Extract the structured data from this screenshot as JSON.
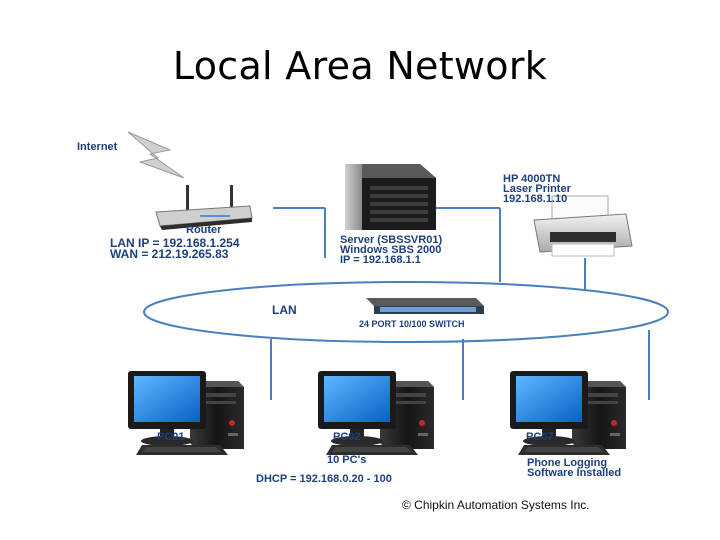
{
  "title": "Local Area Network",
  "labels": {
    "internet": "Internet",
    "router": "Router",
    "router_lan_ip": "LAN IP = 192.168.1.254",
    "router_wan": "WAN = 212.19.265.83",
    "server_line1": "Server (SBSSVR01)",
    "server_line2": "Windows SBS 2000",
    "server_line3": "IP = 192.168.1.1",
    "printer_line1": "HP 4000TN",
    "printer_line2": "Laser Printer",
    "printer_line3": "192.168.1.10",
    "lan": "LAN",
    "switch": "24 PORT 10/100 SWITCH",
    "pc01": "PC01",
    "pc02": "PC02",
    "pc07": "PC07",
    "pc_count": "10 PC's",
    "dhcp": "DHCP = 192.168.0.20 - 100",
    "phone_line1": "Phone Logging",
    "phone_line2": "Software Installed"
  },
  "copyright": "© Chipkin Automation Systems Inc.",
  "icons": [
    "lightning-icon",
    "router-icon",
    "server-icon",
    "printer-icon",
    "switch-icon",
    "pc-icon"
  ],
  "colors": {
    "link_line": "#4a7fc0",
    "label_text": "#1d3f7a",
    "screen_blue": "#1e88e5"
  }
}
